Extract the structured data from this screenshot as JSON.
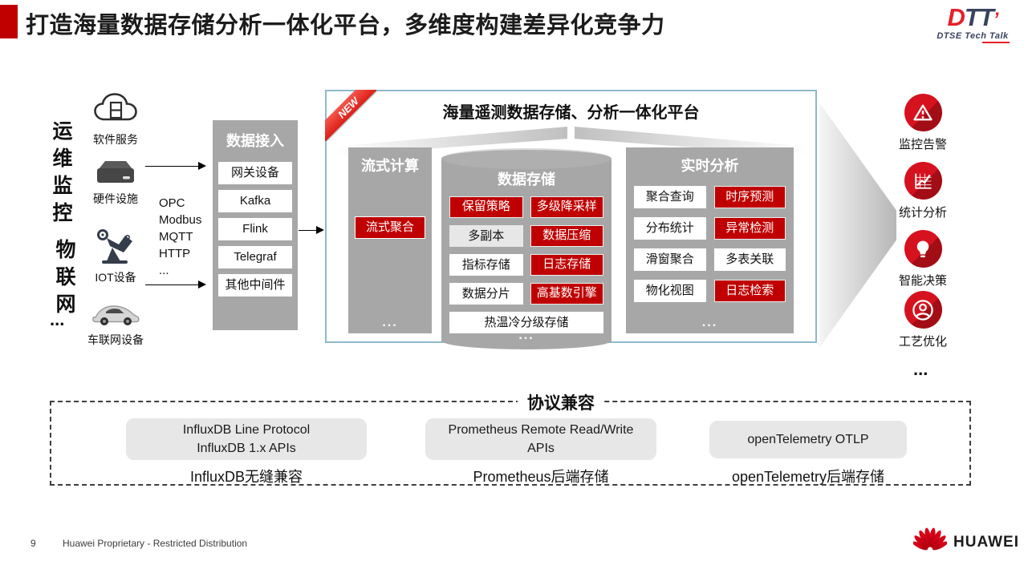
{
  "header": {
    "title": "打造海量数据存储分析一体化平台，多维度构建差异化竞争力",
    "logo": {
      "d": "D",
      "tt": "TT",
      "tick": "’",
      "subtitle": "DTSE  Tech Talk"
    }
  },
  "left": {
    "group1": "运维监控",
    "group2": "物联网",
    "ellipsis": "...",
    "devices": [
      {
        "label": "软件服务"
      },
      {
        "label": "硬件设施"
      },
      {
        "label": "IOT设备"
      },
      {
        "label": "车联网设备"
      }
    ],
    "protocols": {
      "l1": "OPC",
      "l2": "Modbus",
      "l3": "MQTT",
      "l4": "HTTP",
      "l5": "..."
    }
  },
  "ingest": {
    "title": "数据接入",
    "items": [
      "网关设备",
      "Kafka",
      "Flink",
      "Telegraf",
      "其他中间件"
    ]
  },
  "platform": {
    "badge": "NEW",
    "title": "海量遥测数据存储、分析一体化平台",
    "stream": {
      "title": "流式计算",
      "items": [
        {
          "label": "流式聚合"
        }
      ],
      "ellipsis": "..."
    },
    "storage": {
      "title": "数据存储",
      "items": [
        {
          "label": "保留策略"
        },
        {
          "label": "多级降采样"
        },
        {
          "label": "多副本"
        },
        {
          "label": "数据压缩"
        },
        {
          "label": "指标存储"
        },
        {
          "label": "日志存储"
        },
        {
          "label": "数据分片"
        },
        {
          "label": "高基数引擎"
        },
        {
          "label": "热温冷分级存储"
        }
      ],
      "ellipsis": "..."
    },
    "analysis": {
      "title": "实时分析",
      "items": [
        {
          "label": "聚合查询"
        },
        {
          "label": "时序预测"
        },
        {
          "label": "分布统计"
        },
        {
          "label": "异常检测"
        },
        {
          "label": "滑窗聚合"
        },
        {
          "label": "多表关联"
        },
        {
          "label": "物化视图"
        },
        {
          "label": "日志检索"
        }
      ],
      "ellipsis": "..."
    }
  },
  "outputs": {
    "items": [
      {
        "label": "监控告警"
      },
      {
        "label": "统计分析"
      },
      {
        "label": "智能决策"
      },
      {
        "label": "工艺优化"
      }
    ],
    "ellipsis": "..."
  },
  "compat": {
    "title": "协议兼容",
    "cards": [
      {
        "line1": "InfluxDB Line Protocol",
        "line2": "InfluxDB 1.x APIs",
        "caption": "InfluxDB无缝兼容"
      },
      {
        "line1": "Prometheus Remote Read/Write",
        "line2": "APIs",
        "caption": "Prometheus后端存储"
      },
      {
        "line1": "openTelemetry OTLP",
        "caption": "openTelemetry后端存储"
      }
    ]
  },
  "footer": {
    "page": "9",
    "text": "Huawei Proprietary -  Restricted Distribution",
    "brand": "HUAWEI"
  },
  "colors": {
    "accent_red": "#C00000",
    "panel_gray": "#A7A7A7",
    "light_gray": "#E8E7E7",
    "platform_border": "#8FB9CB",
    "ribbon_red": "#DC1F17"
  }
}
